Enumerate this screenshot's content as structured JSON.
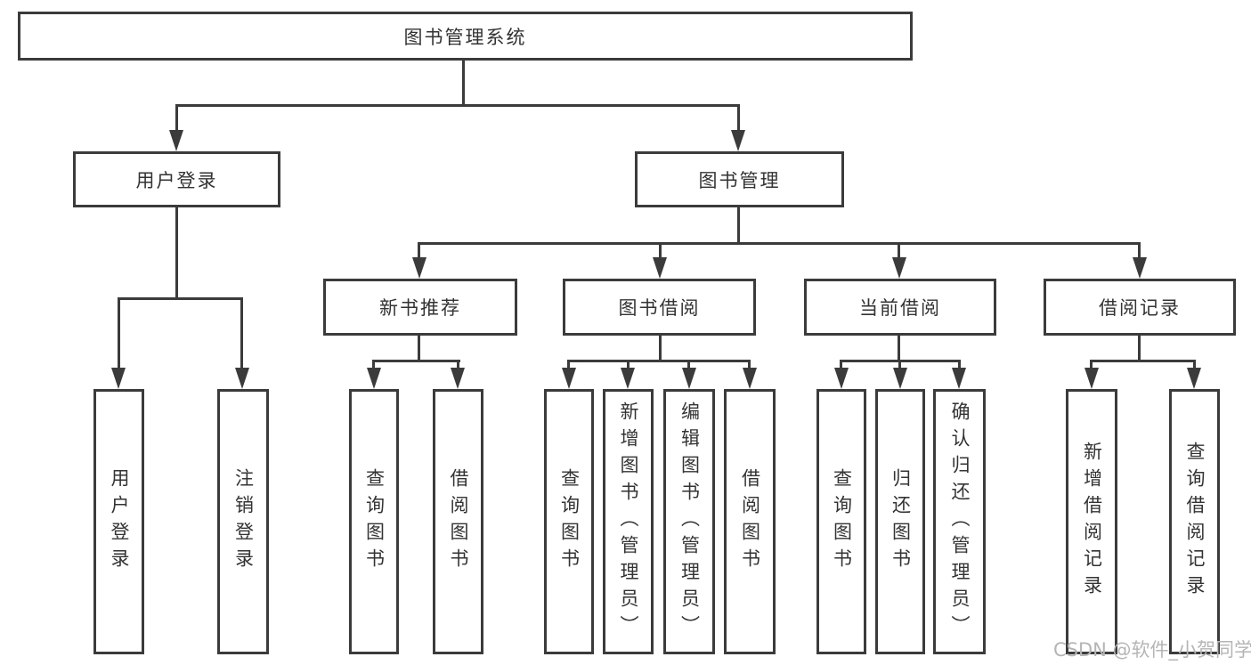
{
  "tree": {
    "root": "图书管理系统",
    "login_branch": {
      "label": "用户登录",
      "children": [
        "用户登录",
        "注销登录"
      ]
    },
    "mgmt_branch": {
      "label": "图书管理",
      "groups": [
        {
          "label": "新书推荐",
          "children": [
            "查询图书",
            "借阅图书"
          ]
        },
        {
          "label": "图书借阅",
          "children": [
            "查询图书",
            "新增图书（管理员）",
            "编辑图书（管理员）",
            "借阅图书"
          ]
        },
        {
          "label": "当前借阅",
          "children": [
            "查询图书",
            "归还图书",
            "确认归还（管理员）"
          ]
        },
        {
          "label": "借阅记录",
          "children": [
            "新增借阅记录",
            "查询借阅记录"
          ]
        }
      ]
    }
  },
  "watermark": "CSDN @软件_小贺同学",
  "colors": {
    "line": "#3b3b3b",
    "text": "#333333",
    "watermark": "#b5b5b5",
    "background": "#ffffff"
  }
}
